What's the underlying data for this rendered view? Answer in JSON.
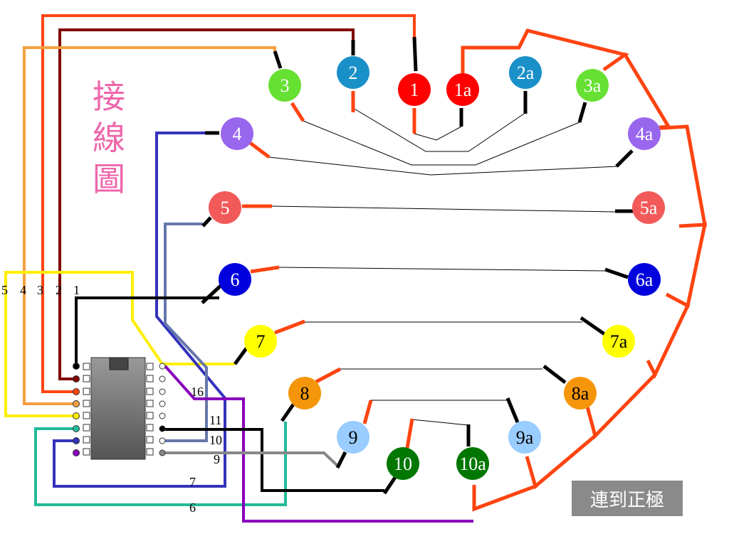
{
  "title_chars": [
    "接",
    "線",
    "圖"
  ],
  "connect_positive_label": "連到正極",
  "header_numbers": [
    "5",
    "4",
    "3",
    "2",
    "1"
  ],
  "pin_numbers": [
    "16",
    "11",
    "10",
    "9",
    "7",
    "6"
  ],
  "nodes": [
    {
      "label": "1",
      "fill": "#ff0000",
      "text_color": "#ffffff"
    },
    {
      "label": "2",
      "fill": "#1a90c8",
      "text_color": "#ffffff"
    },
    {
      "label": "3",
      "fill": "#66e033",
      "text_color": "#ffffff"
    },
    {
      "label": "1a",
      "fill": "#ff0000",
      "text_color": "#ffffff"
    },
    {
      "label": "2a",
      "fill": "#1a90c8",
      "text_color": "#ffffff"
    },
    {
      "label": "3a",
      "fill": "#66e033",
      "text_color": "#ffffff"
    },
    {
      "label": "4",
      "fill": "#9966ee",
      "text_color": "#ffffff"
    },
    {
      "label": "4a",
      "fill": "#9966ee",
      "text_color": "#ffffff"
    },
    {
      "label": "5",
      "fill": "#f25a5a",
      "text_color": "#ffffff"
    },
    {
      "label": "5a",
      "fill": "#f25a5a",
      "text_color": "#ffffff"
    },
    {
      "label": "6",
      "fill": "#0000dd",
      "text_color": "#ffffff"
    },
    {
      "label": "6a",
      "fill": "#0000dd",
      "text_color": "#ffffff"
    },
    {
      "label": "7",
      "fill": "#ffff00",
      "text_color": "#000000"
    },
    {
      "label": "7a",
      "fill": "#ffff00",
      "text_color": "#000000"
    },
    {
      "label": "8",
      "fill": "#f5960a",
      "text_color": "#000000"
    },
    {
      "label": "8a",
      "fill": "#f5960a",
      "text_color": "#000000"
    },
    {
      "label": "9",
      "fill": "#99ccff",
      "text_color": "#000000"
    },
    {
      "label": "9a",
      "fill": "#99ccff",
      "text_color": "#000000"
    },
    {
      "label": "10",
      "fill": "#007700",
      "text_color": "#ffffff"
    },
    {
      "label": "10a",
      "fill": "#007700",
      "text_color": "#ffffff"
    }
  ],
  "colors": {
    "red_orange_wire": "#ff4411",
    "dark_red_wire": "#800000",
    "orange_wire": "#f5a040",
    "yellow_wire": "#ffee00",
    "teal_wire": "#22bb99",
    "blue_wire": "#3333bb",
    "slate_wire": "#6677aa",
    "purple_wire": "#8800bb",
    "gray_wire": "#888888",
    "title_pink": "#ee66aa",
    "chip_body": "#777777",
    "button_bg": "#8a8a8a"
  }
}
